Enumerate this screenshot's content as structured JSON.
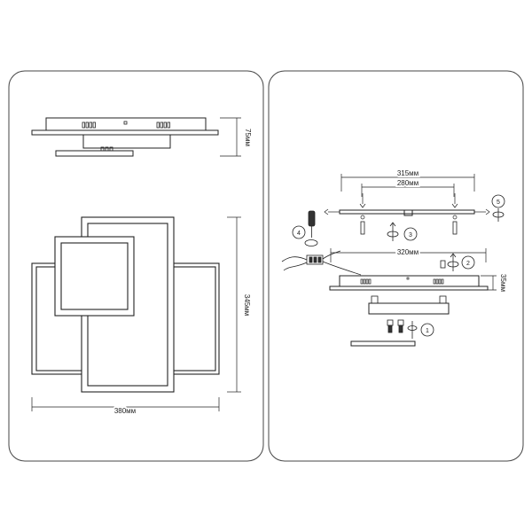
{
  "left_panel": {
    "side_height": "75мм",
    "front_height": "345мм",
    "front_width": "380мм"
  },
  "right_panel": {
    "mount_width": "315мм",
    "screw_spacing": "280мм",
    "base_width": "320мм",
    "base_height": "35мм",
    "steps": [
      "1",
      "2",
      "3",
      "4",
      "5"
    ]
  }
}
